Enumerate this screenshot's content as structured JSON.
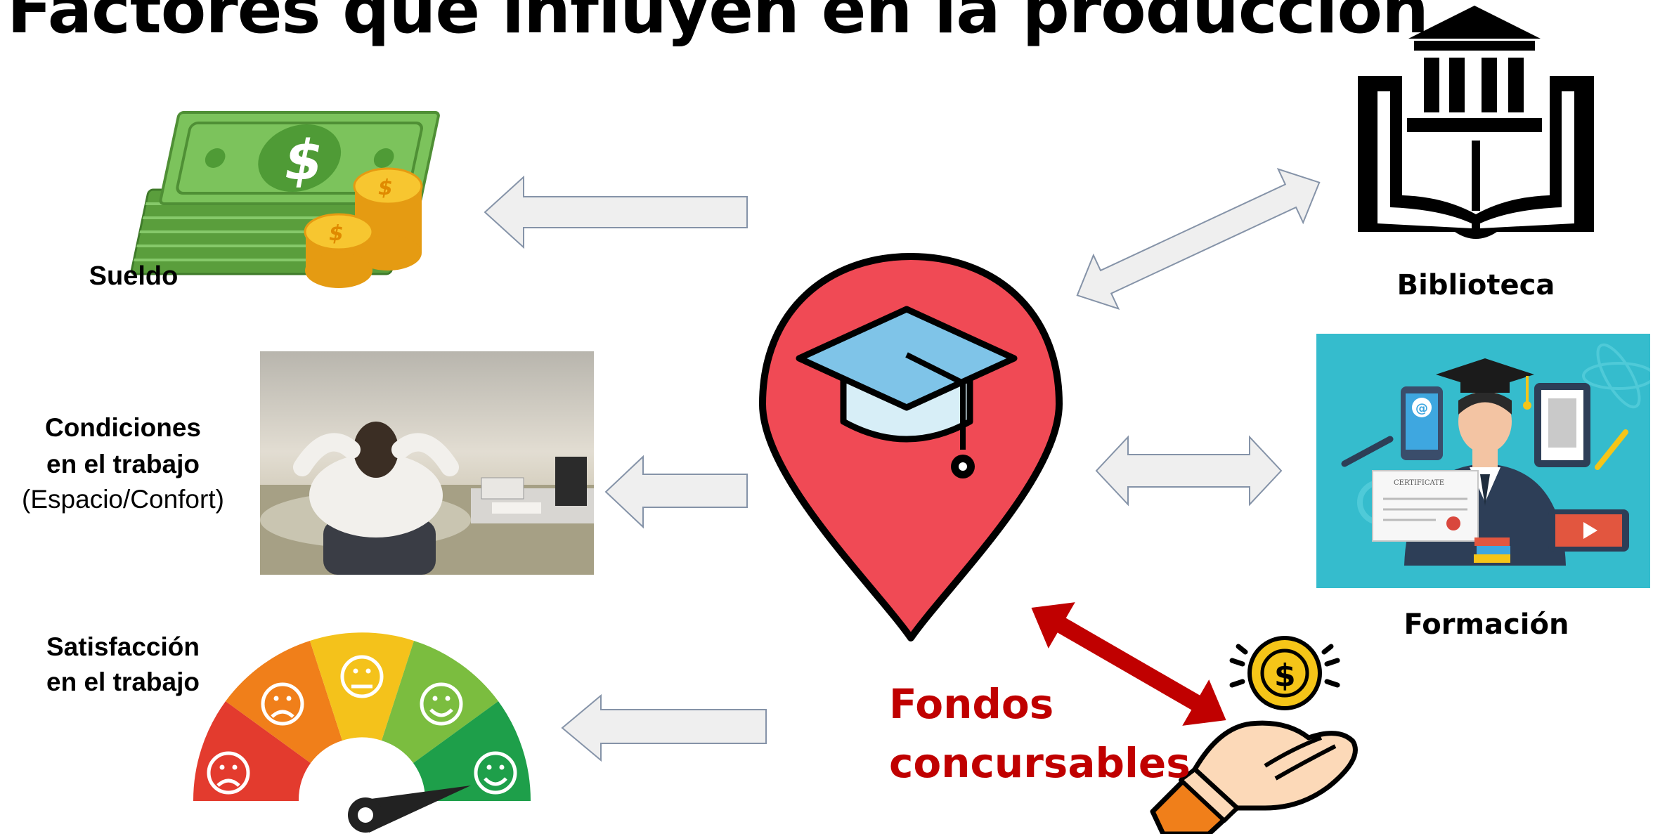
{
  "title": "Factores que influyen en la producción",
  "factors": {
    "sueldo": "Sueldo",
    "condiciones_line1": "Condiciones",
    "condiciones_line2": "en el trabajo",
    "condiciones_line3": "(Espacio/Confort)",
    "satisfaccion_line1": "Satisfacción",
    "satisfaccion_line2": "en el trabajo",
    "biblioteca": "Biblioteca",
    "formacion": "Formación",
    "fondos_line1": "Fondos",
    "fondos_line2": "concursables"
  },
  "certificate_text": "CERTIFICATE",
  "colors": {
    "pin": "#f04a55",
    "arrow_fill": "#efefef",
    "arrow_stroke": "#8593a8",
    "fondos": "#c00000",
    "coin": "#f5c518"
  }
}
